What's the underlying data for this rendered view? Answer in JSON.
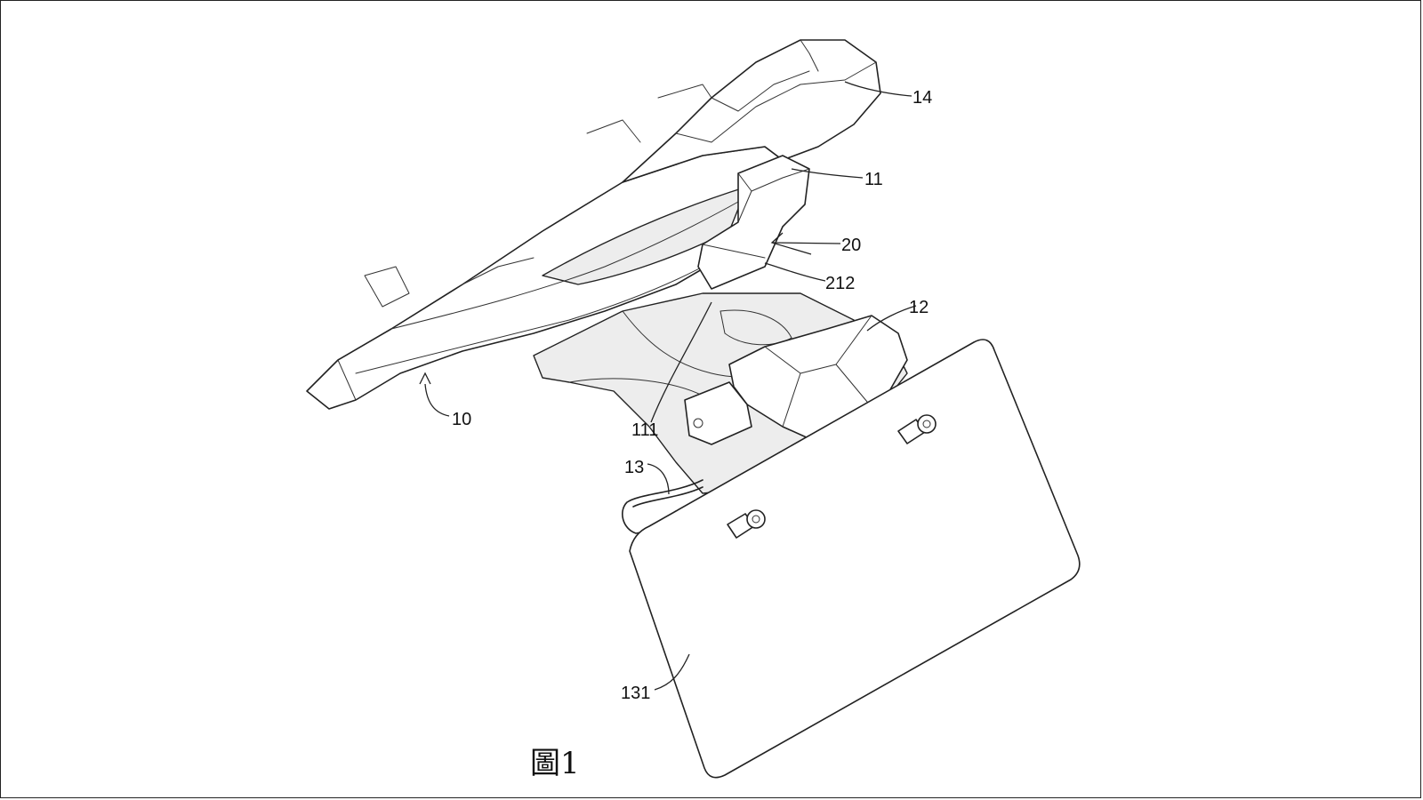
{
  "figure": {
    "caption": "圖1",
    "labels": {
      "l10": "10",
      "l11": "11",
      "l12": "12",
      "l13": "13",
      "l14": "14",
      "l20": "20",
      "l111": "111",
      "l131": "131",
      "l212": "212"
    }
  },
  "colors": {
    "line": "#222222",
    "background": "#ffffff",
    "shading": "#ededed"
  }
}
